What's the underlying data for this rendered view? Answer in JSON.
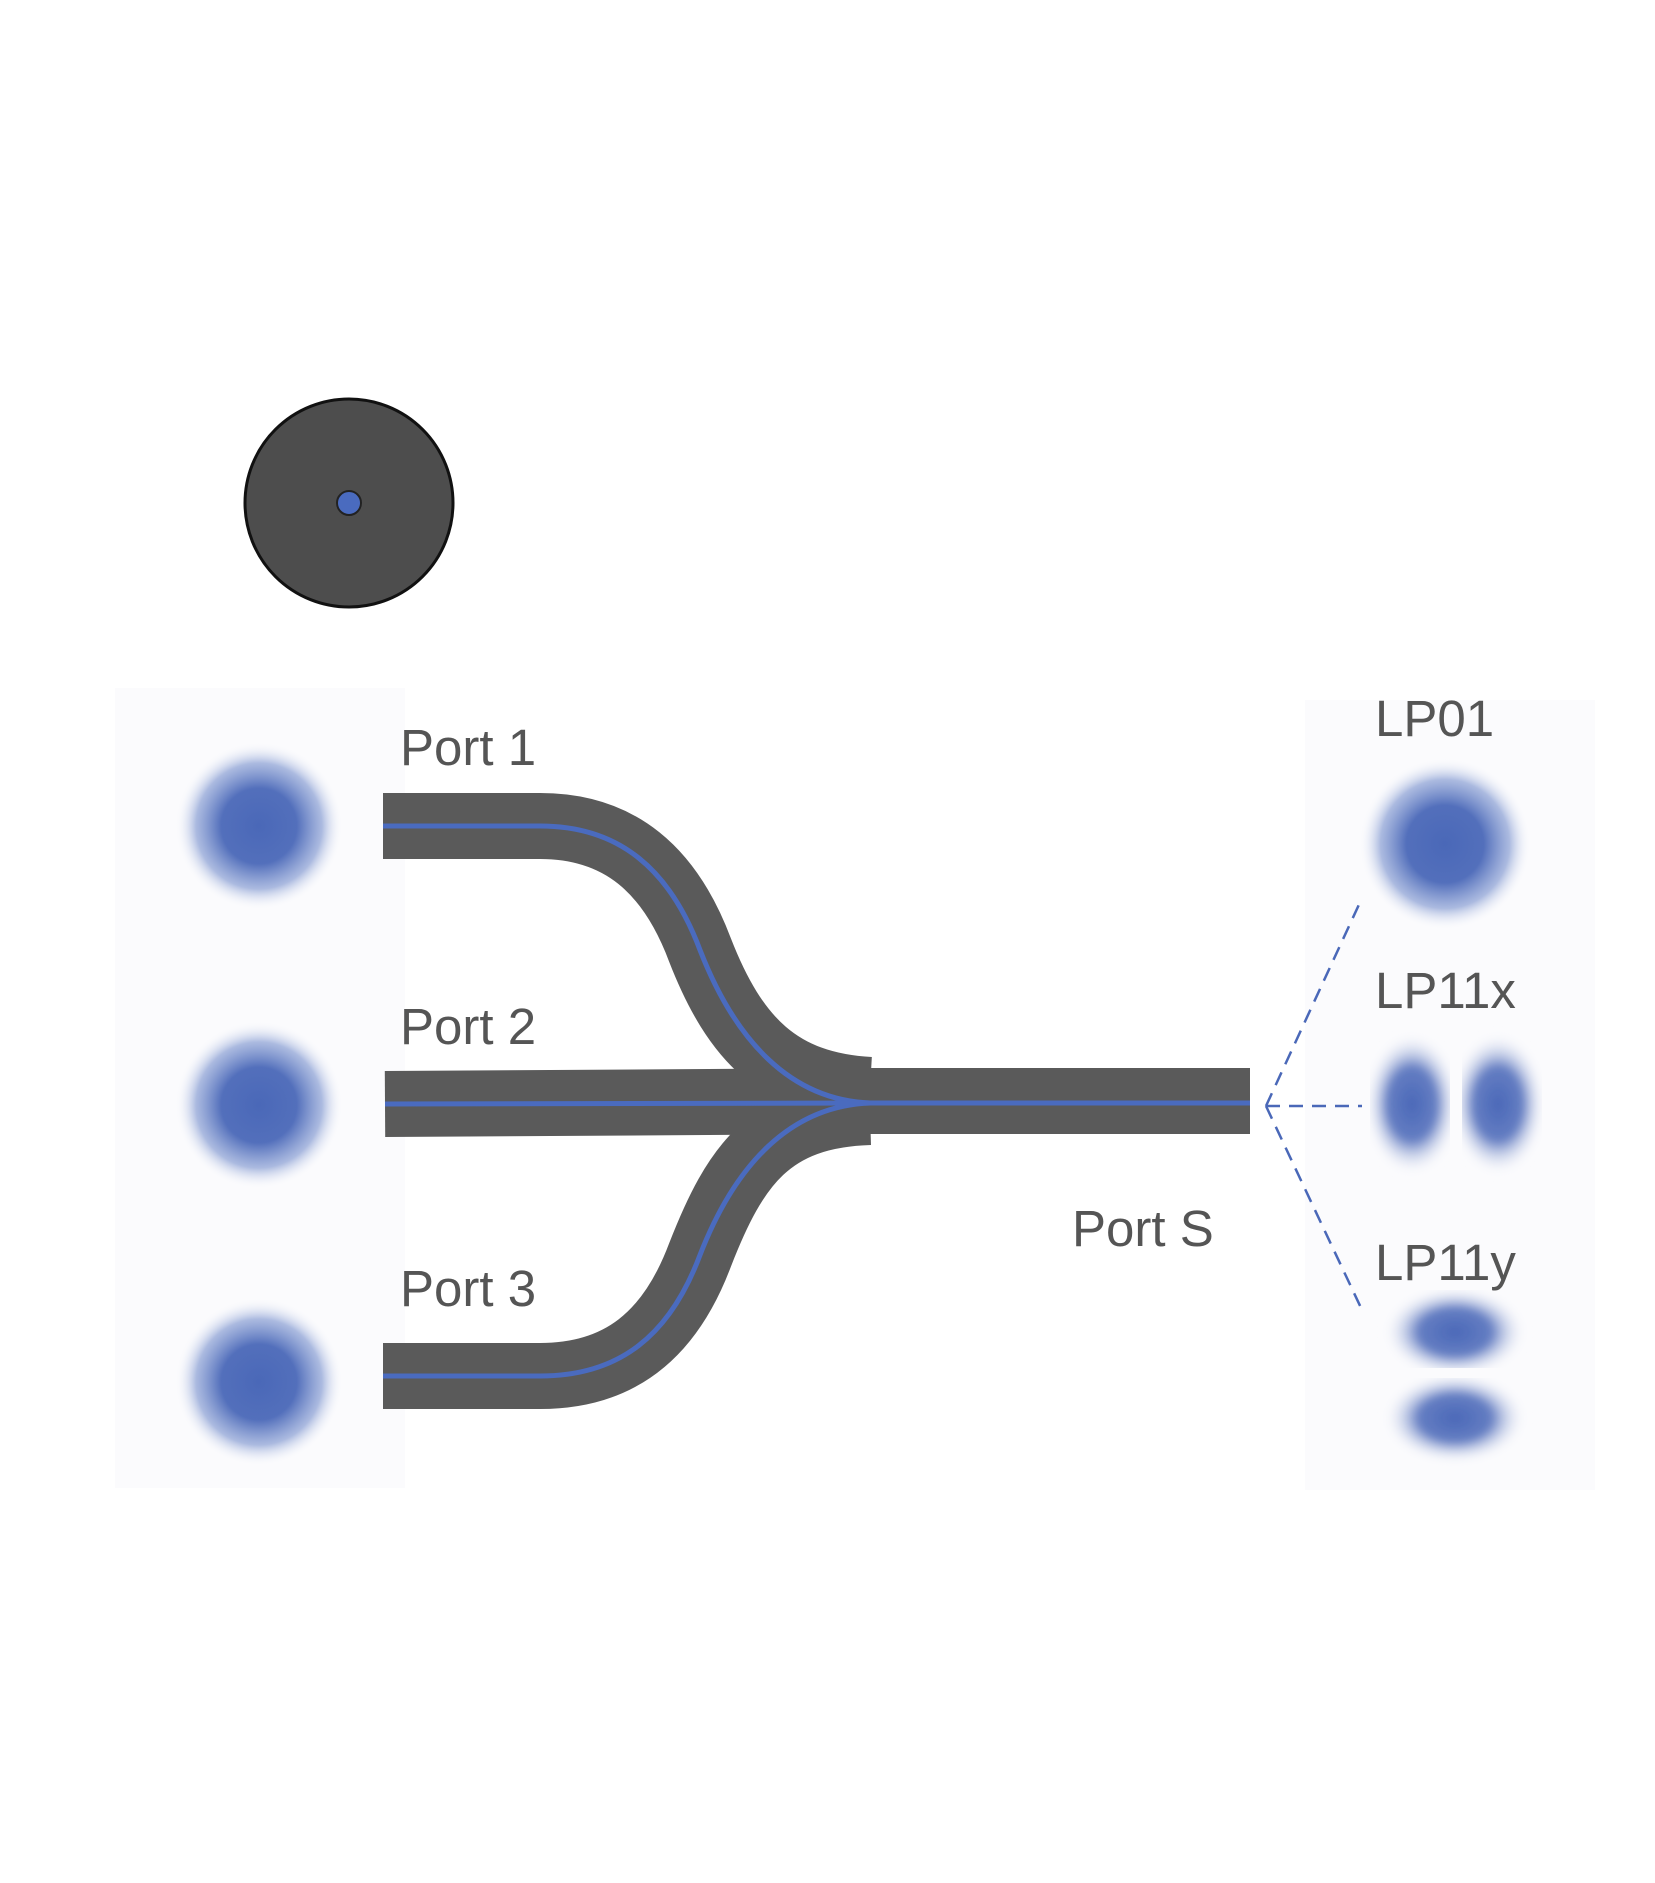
{
  "colors": {
    "waveguide": "#5a5a5a",
    "core": "#4a6bbf",
    "mode_field": "#4a68b8",
    "label_text": "#555555",
    "fiber_cladding": "#4d4d4d",
    "fiber_outline": "#111111",
    "dashed_line": "#4a68b8"
  },
  "ports": {
    "port1": "Port 1",
    "port2": "Port 2",
    "port3": "Port 3",
    "portS": "Port S"
  },
  "modes": {
    "lp01": "LP01",
    "lp11x": "LP11x",
    "lp11y": "LP11y"
  },
  "icons": {
    "fiber_cross_section": "fiber-cross-section-icon",
    "input_mode_field": "gaussian-mode-icon",
    "lp01_mode": "lp01-mode-icon",
    "lp11x_mode": "lp11x-mode-icon",
    "lp11y_mode": "lp11y-mode-icon"
  }
}
